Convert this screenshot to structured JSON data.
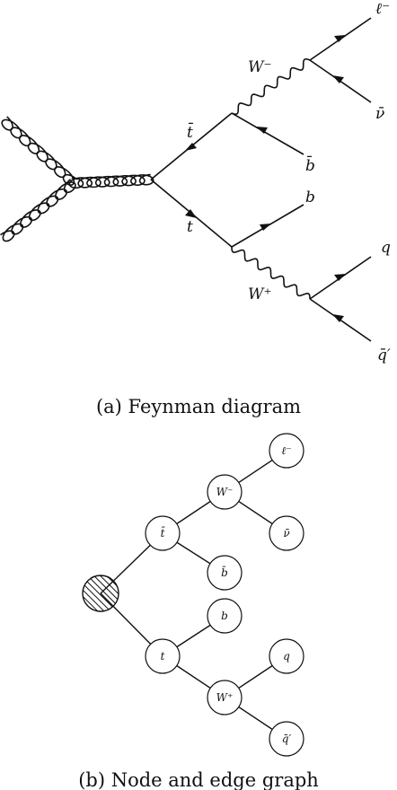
{
  "feynman": {
    "labels": {
      "w_minus": "W⁻",
      "w_plus": "W⁺",
      "tbar": "t̄",
      "t": "t",
      "lepton": "ℓ⁻",
      "nubar": "ν̄",
      "bbar": "b̄",
      "b": "b",
      "q": "q",
      "qbar_prime": "q̄′"
    },
    "caption": "(a) Feynman diagram"
  },
  "tree": {
    "nodes": {
      "tbar": "t̄",
      "t": "t",
      "w_minus": "W⁻",
      "w_plus": "W⁺",
      "lepton": "ℓ⁻",
      "nubar": "ν̄",
      "bbar": "b̄",
      "b": "b",
      "q": "q",
      "qbar_prime": "q̄′"
    },
    "caption": "(b) Node and edge graph"
  }
}
